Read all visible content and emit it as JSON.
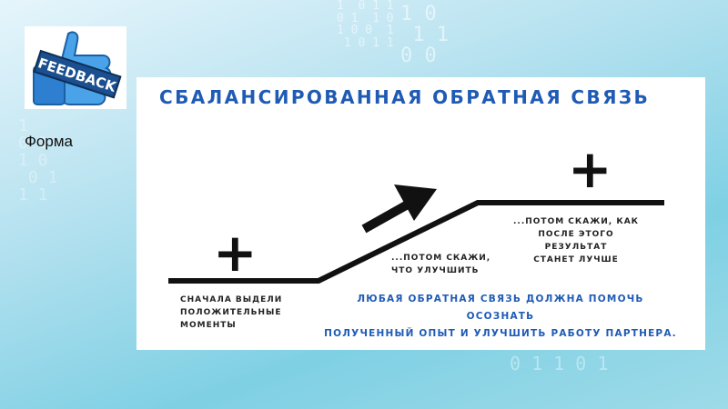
{
  "slide": {
    "side_label": "Форма",
    "logo_text": "FEEDBACK"
  },
  "diagram": {
    "title": "СБАЛАНСИРОВАННАЯ ОБРАТНАЯ СВЯЗЬ",
    "step1_lines": [
      "СНАЧАЛА ВЫДЕЛИ",
      "ПОЛОЖИТЕЛЬНЫЕ",
      "МОМЕНТЫ"
    ],
    "step2_lines": [
      "...ПОТОМ СКАЖИ,",
      "ЧТО УЛУЧШИТЬ"
    ],
    "step3_lines": [
      "...ПОТОМ СКАЖИ, КАК",
      "ПОСЛЕ ЭТОГО РЕЗУЛЬТАТ",
      "СТАНЕТ ЛУЧШЕ"
    ],
    "summary_lines": [
      "ЛЮБАЯ ОБРАТНАЯ СВЯЗЬ ДОЛЖНА ПОМОЧЬ ОСОЗНАТЬ",
      "ПОЛУЧЕННЫЙ ОПЫТ И УЛУЧШИТЬ РАБОТУ ПАРТНЕРА."
    ],
    "plus_symbol": "+",
    "title_color": "#1f5bb5"
  }
}
